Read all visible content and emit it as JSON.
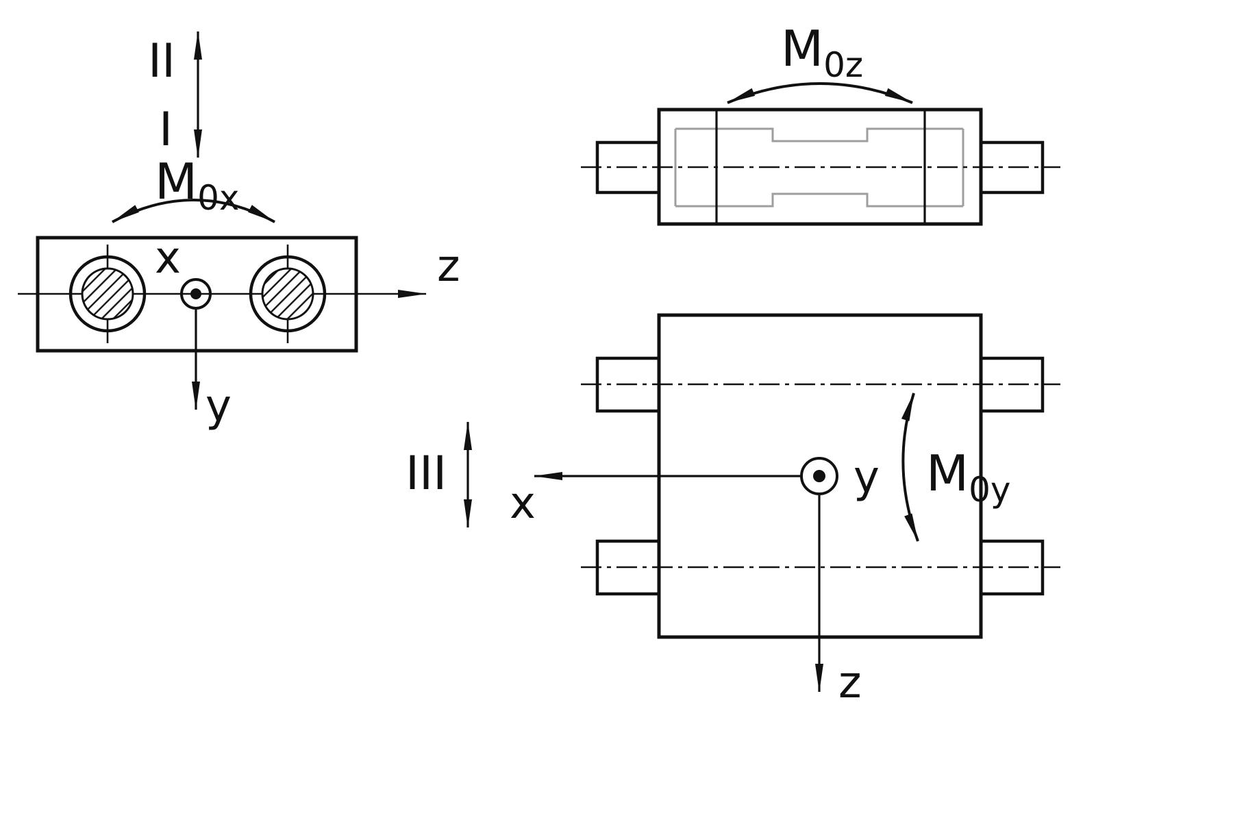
{
  "front_view": {
    "direction_up_label": "II",
    "direction_down_label": "I",
    "moment_label": {
      "base": "M",
      "sub": "0x"
    },
    "axis_out_label": "x",
    "axis_right_label": "z",
    "axis_down_label": "y"
  },
  "top_view": {
    "moment_label": {
      "base": "M",
      "sub": "0z"
    }
  },
  "side_view": {
    "direction_label": "III",
    "moment_label": {
      "base": "M",
      "sub": "0y"
    },
    "axis_out_label": "y",
    "axis_left_label": "x",
    "axis_down_label": "z"
  }
}
